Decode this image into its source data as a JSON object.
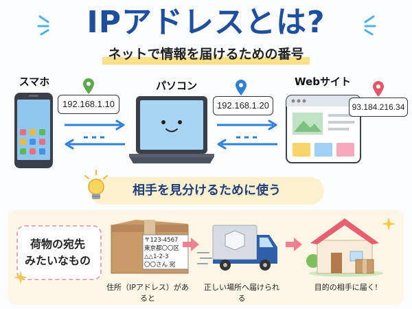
{
  "title": "IPアドレスとは?",
  "subtitle": "ネットで情報を届けるための番号",
  "devices": [
    {
      "label": "スマホ",
      "ip": "192.168.1.10"
    },
    {
      "label": "パソコン",
      "ip": "192.168.1.20"
    },
    {
      "label": "Webサイト",
      "ip": "93.184.216.34"
    }
  ],
  "callout": "相手を見分けるために使う",
  "analogy": {
    "line1": "荷物の宛先",
    "line2": "みたいなもの",
    "label_lines": [
      "〒123-4567",
      "東京都〇〇区",
      "△△1-2-3",
      "〇〇さん 宛"
    ],
    "steps": [
      "住所（IPアドレス）があると",
      "正しい場所へ届けられる",
      "目的の相手に届く!"
    ]
  },
  "colors": {
    "title": "#1f4f9c",
    "arrow": "#2f7ed8",
    "pin_green": "#5aa94a",
    "pin_blue": "#2f7ed8",
    "pin_red": "#e3566c",
    "pink_arrow": "#ef7f93"
  }
}
